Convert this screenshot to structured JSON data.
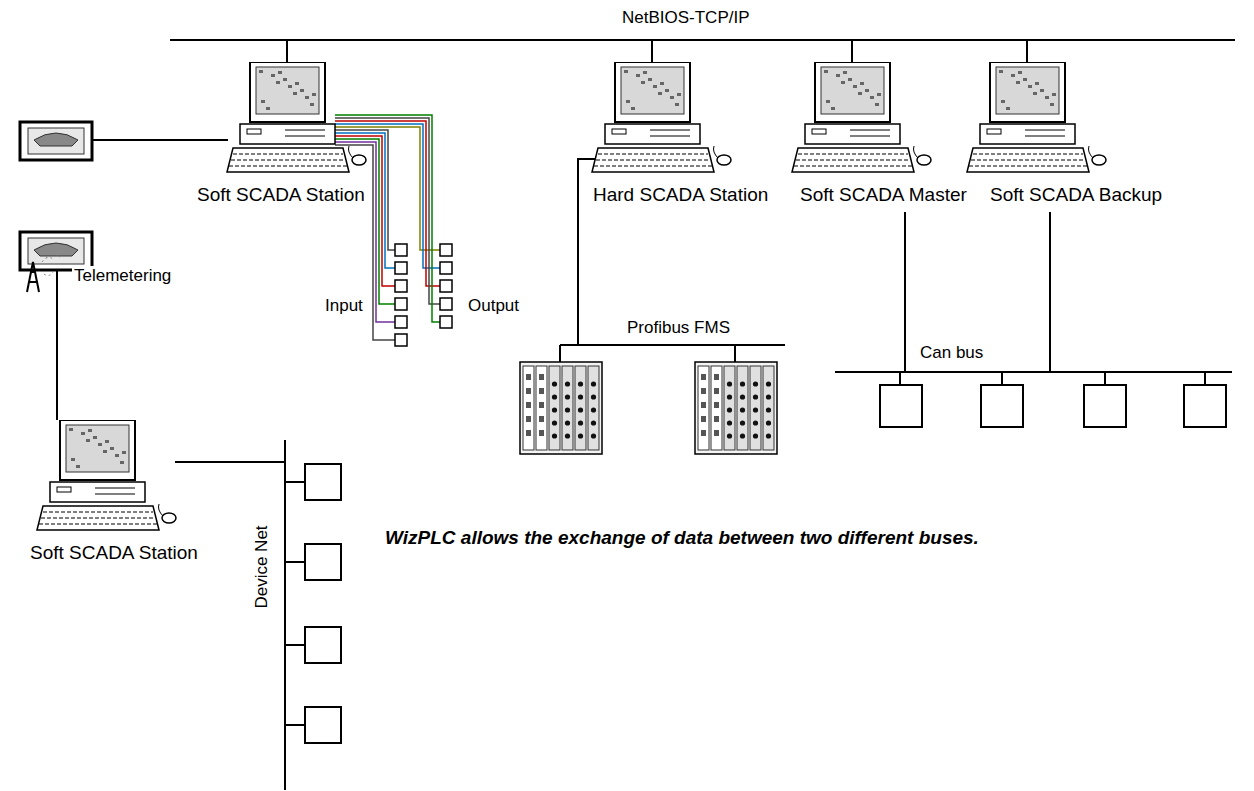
{
  "diagram": {
    "caption": "WizPLC allows the exchange of data between two different buses.",
    "nodes": [
      {
        "text": [
          "Soft SCADA Station"
        ]
      },
      {
        "text": [
          "Hard SCADA Station"
        ]
      },
      {
        "text": [
          "Soft SCADA Master"
        ]
      },
      {
        "text": [
          "Soft SCADA Backup"
        ]
      },
      {
        "text": [
          "Soft SCADA Station"
        ]
      }
    ],
    "labels": [
      "NetBIOS-TCP/IP",
      "Telemetering",
      "Input",
      "Output",
      "Profibus FMS",
      "Can bus",
      "Device Net"
    ]
  }
}
